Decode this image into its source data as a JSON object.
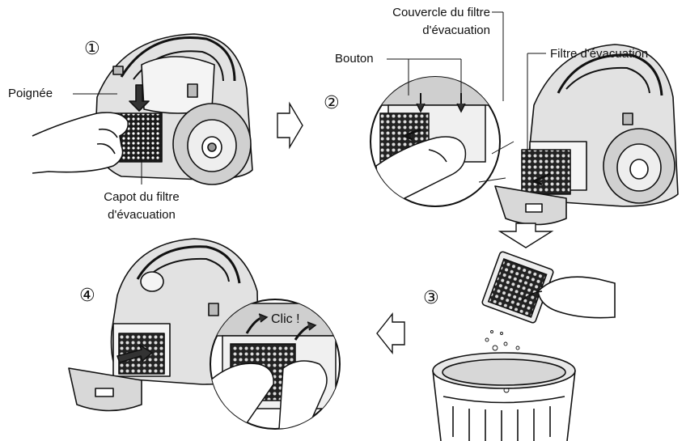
{
  "labels": {
    "poignee": "Poignée",
    "capot_line1": "Capot du filtre",
    "capot_line2": "d'évacuation",
    "couvercle_line1": "Couvercle du filtre",
    "couvercle_line2": "d'évacuation",
    "bouton": "Bouton",
    "filtre": "Filtre d'évacuation",
    "clic": "Clic !"
  },
  "steps": [
    "①",
    "②",
    "③",
    "④"
  ],
  "colors": {
    "line": "#111111",
    "body_light": "#e6e6e6",
    "body_mid": "#bdbdbd",
    "body_dark": "#555555",
    "filter_mesh": "#1a1a1a"
  }
}
